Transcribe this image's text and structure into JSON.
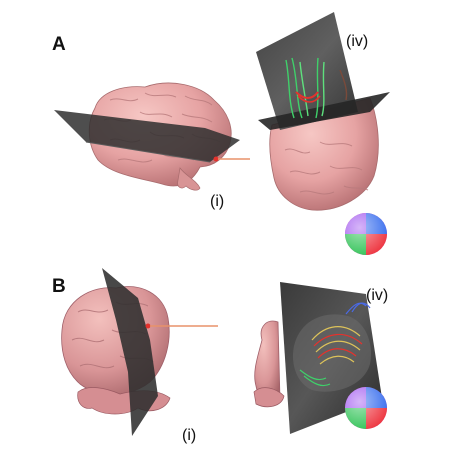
{
  "figure": {
    "panels": [
      {
        "letter": "A",
        "left_label": "(i)",
        "right_label": "(iv)"
      },
      {
        "letter": "B",
        "left_label": "(i)",
        "right_label": "(iv)"
      }
    ]
  },
  "colors": {
    "brain_surface": "#e6a3a3",
    "slice_plane": "#2f2f2f",
    "pointer_line": "#e8926a",
    "tract_green": "#3fd06a",
    "tract_red": "#e4322d",
    "tract_yellow": "#ddc35a",
    "tract_blue": "#4a6ae8",
    "background": "#ffffff"
  },
  "icons": [
    "direction-color-sphere-icon"
  ]
}
